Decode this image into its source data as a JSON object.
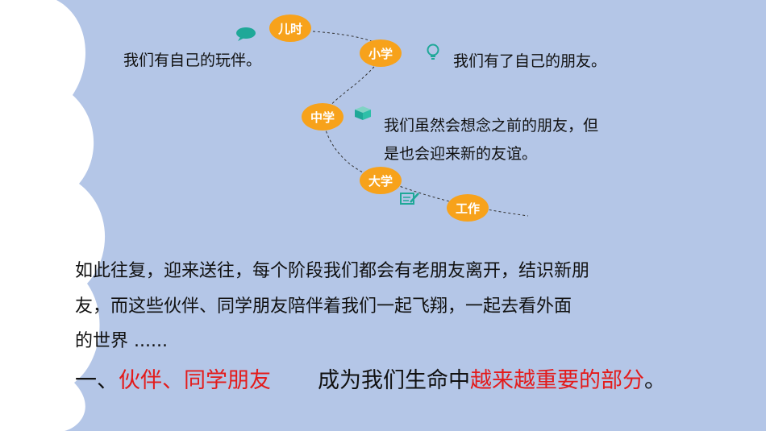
{
  "stages": [
    {
      "id": "childhood",
      "label": "儿时"
    },
    {
      "id": "primary",
      "label": "小学"
    },
    {
      "id": "middle",
      "label": "中学"
    },
    {
      "id": "college",
      "label": "大学"
    },
    {
      "id": "work",
      "label": "工作"
    }
  ],
  "notes": {
    "childhood": "我们有自己的玩伴。",
    "primary": "我们有了自己的朋友。",
    "middle_line1": "我们虽然会想念之前的朋友，但",
    "middle_line2": "是也会迎来新的友谊。"
  },
  "paragraph": {
    "line1": "如此往复，迎来送往，每个阶段我们都会有老朋友离开，结识新朋",
    "line2": "友，而这些伙伴、同学朋友陪伴着我们一起飞翔，一起去看外面",
    "line3": "的世界 ......"
  },
  "conclusion": {
    "prefix": "一、",
    "highlight1": "伙伴、同学朋友",
    "middle": "成为我们生命中",
    "highlight2": "越来越重要的部分",
    "end": "。"
  },
  "icons": [
    "speech-bubble-icon",
    "lightbulb-icon",
    "cube-icon",
    "notepad-pen-icon"
  ],
  "colors": {
    "background": "#b4c6e7",
    "cloud": "#ffffff",
    "node": "#f7a21b",
    "highlight": "#e31b1b",
    "accent": "#1fa898"
  }
}
